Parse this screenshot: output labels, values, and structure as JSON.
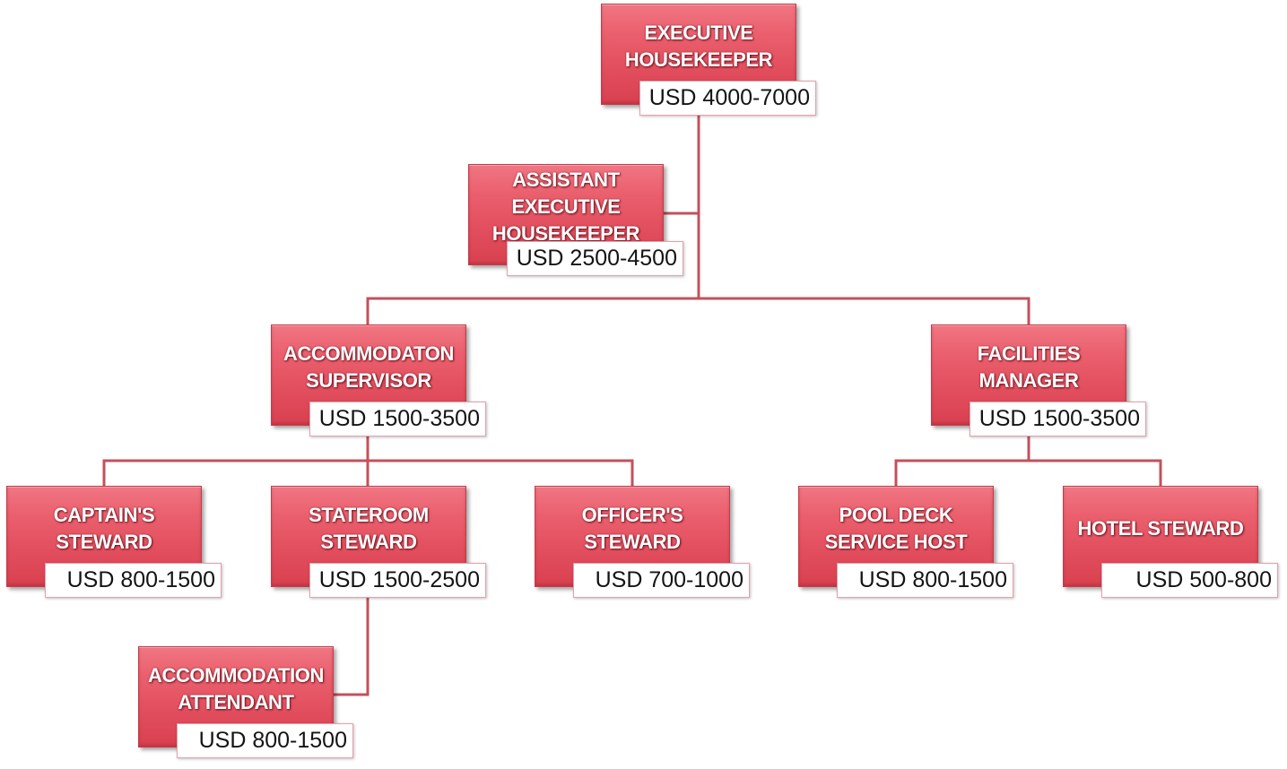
{
  "diagram": {
    "nodes": [
      {
        "title": "EXECUTIVE HOUSEKEEPER",
        "salary": "USD 4000-7000"
      },
      {
        "title": "ASSISTANT EXECUTIVE HOUSEKEEPER",
        "salary": "USD 2500-4500"
      },
      {
        "title": "ACCOMMODATON SUPERVISOR",
        "salary": "USD 1500-3500"
      },
      {
        "title": "FACILITIES MANAGER",
        "salary": "USD 1500-3500"
      },
      {
        "title": "CAPTAIN'S STEWARD",
        "salary": "USD 800-1500"
      },
      {
        "title": "STATEROOM STEWARD",
        "salary": "USD 1500-2500"
      },
      {
        "title": "OFFICER'S STEWARD",
        "salary": "USD 700-1000"
      },
      {
        "title": "POOL DECK SERVICE HOST",
        "salary": "USD 800-1500"
      },
      {
        "title": "HOTEL STEWARD",
        "salary": "USD 500-800"
      },
      {
        "title": "ACCOMMODATION ATTENDANT",
        "salary": "USD 800-1500"
      }
    ],
    "colors": {
      "box_top": "#f07683",
      "box_bottom": "#d8404f",
      "connector": "#c4505c",
      "salary_border": "#e2a2aa"
    }
  }
}
